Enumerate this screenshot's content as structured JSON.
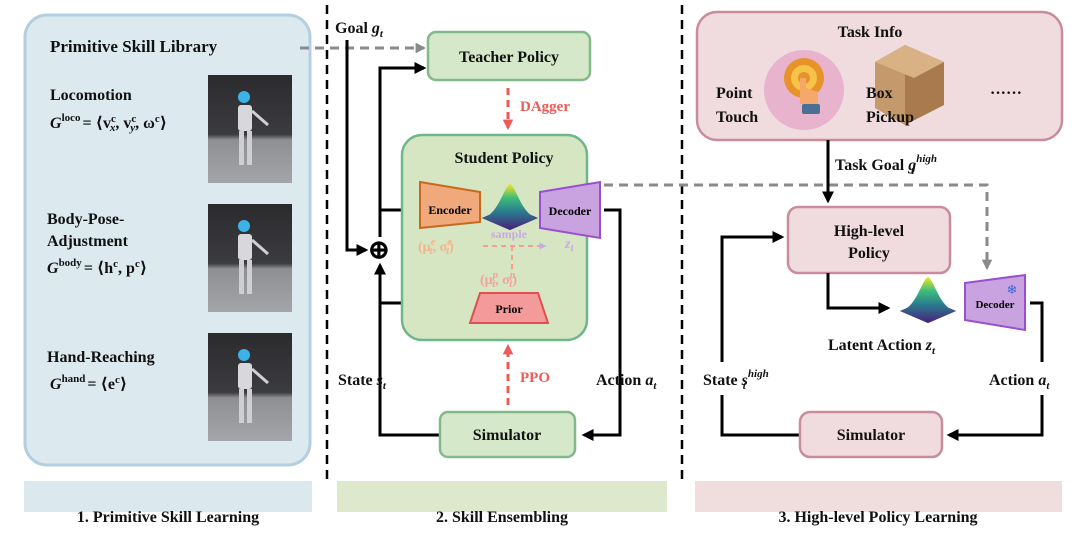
{
  "colors": {
    "library_fill": "#dce9ef",
    "library_stroke": "#b3cfdf",
    "ensemble_fill": "#d6e6c3",
    "ensemble_stroke": "#6cb88a",
    "high_fill": "#f0dbdf",
    "high_stroke": "#c98c9c",
    "encoder": "#f0a97a",
    "decoder": "#c8a3e0",
    "prior": "#f49a9a",
    "dagger_ppo": "#ef5a55",
    "dashed_gray": "#8a8a8a"
  },
  "section1": {
    "title": "Primitive Skill Library",
    "skills": [
      {
        "name": "Locomotion",
        "formula_sym": "G",
        "formula_sup": "loco",
        "formula_rhs": "= ⟨v",
        "formula_parts": [
          "c",
          "x",
          ", v",
          "c",
          "y",
          ", ω",
          "c",
          "⟩"
        ]
      },
      {
        "name_line1": "Body-Pose-",
        "name_line2": "Adjustment",
        "formula_sym": "G",
        "formula_sup": "body",
        "formula_rhs": "= ⟨h",
        "formula_parts": [
          "c",
          ", p",
          "c",
          "⟩"
        ]
      },
      {
        "name": "Hand-Reaching",
        "formula_sym": "G",
        "formula_sup": "hand",
        "formula_rhs": "= ⟨e",
        "formula_parts": [
          "c",
          "⟩"
        ]
      }
    ],
    "footer": "1. Primitive Skill Learning"
  },
  "section2": {
    "goal_label": "Goal ",
    "goal_sym": "g",
    "goal_sub": "t",
    "teacher": "Teacher Policy",
    "dagger": "DAgger",
    "student": "Student Policy",
    "encoder": "Encoder",
    "decoder": "Decoder",
    "prior": "Prior",
    "sample": "sample",
    "mu_e": "(μ",
    "mu_e_sup": "e",
    "mu_e_sub": "t",
    "sigma_e": ", σ",
    "close": ")",
    "mu_p_sup": "p",
    "z_sym": "z",
    "z_sub": "t",
    "ppo": "PPO",
    "state_label": "State ",
    "state_sym": "s",
    "state_sub": "t",
    "action_label": "Action ",
    "action_sym": "a",
    "action_sub": "t",
    "simulator": "Simulator",
    "plus": "⊕",
    "footer": "2. Skill Ensembling"
  },
  "section3": {
    "task_info": "Task Info",
    "tasks": [
      {
        "line1": "Point",
        "line2": "Touch",
        "icon": "touch-target-icon"
      },
      {
        "line1": "Box",
        "line2": "Pickup",
        "icon": "cardboard-box-icon"
      }
    ],
    "ellipsis": "······",
    "task_goal_label": "Task Goal ",
    "task_goal_sym": "g",
    "high_sup": "high",
    "t_sub": "t",
    "high_policy_line1": "High-level",
    "high_policy_line2": "Policy",
    "decoder": "Decoder",
    "decoder_icon": "snowflake-icon",
    "latent_label": "Latent Action ",
    "z_sym": "z",
    "state_label": "State ",
    "state_sym": "s",
    "action_label": "Action ",
    "action_sym": "a",
    "simulator": "Simulator",
    "footer": "3. High-level Policy Learning"
  }
}
